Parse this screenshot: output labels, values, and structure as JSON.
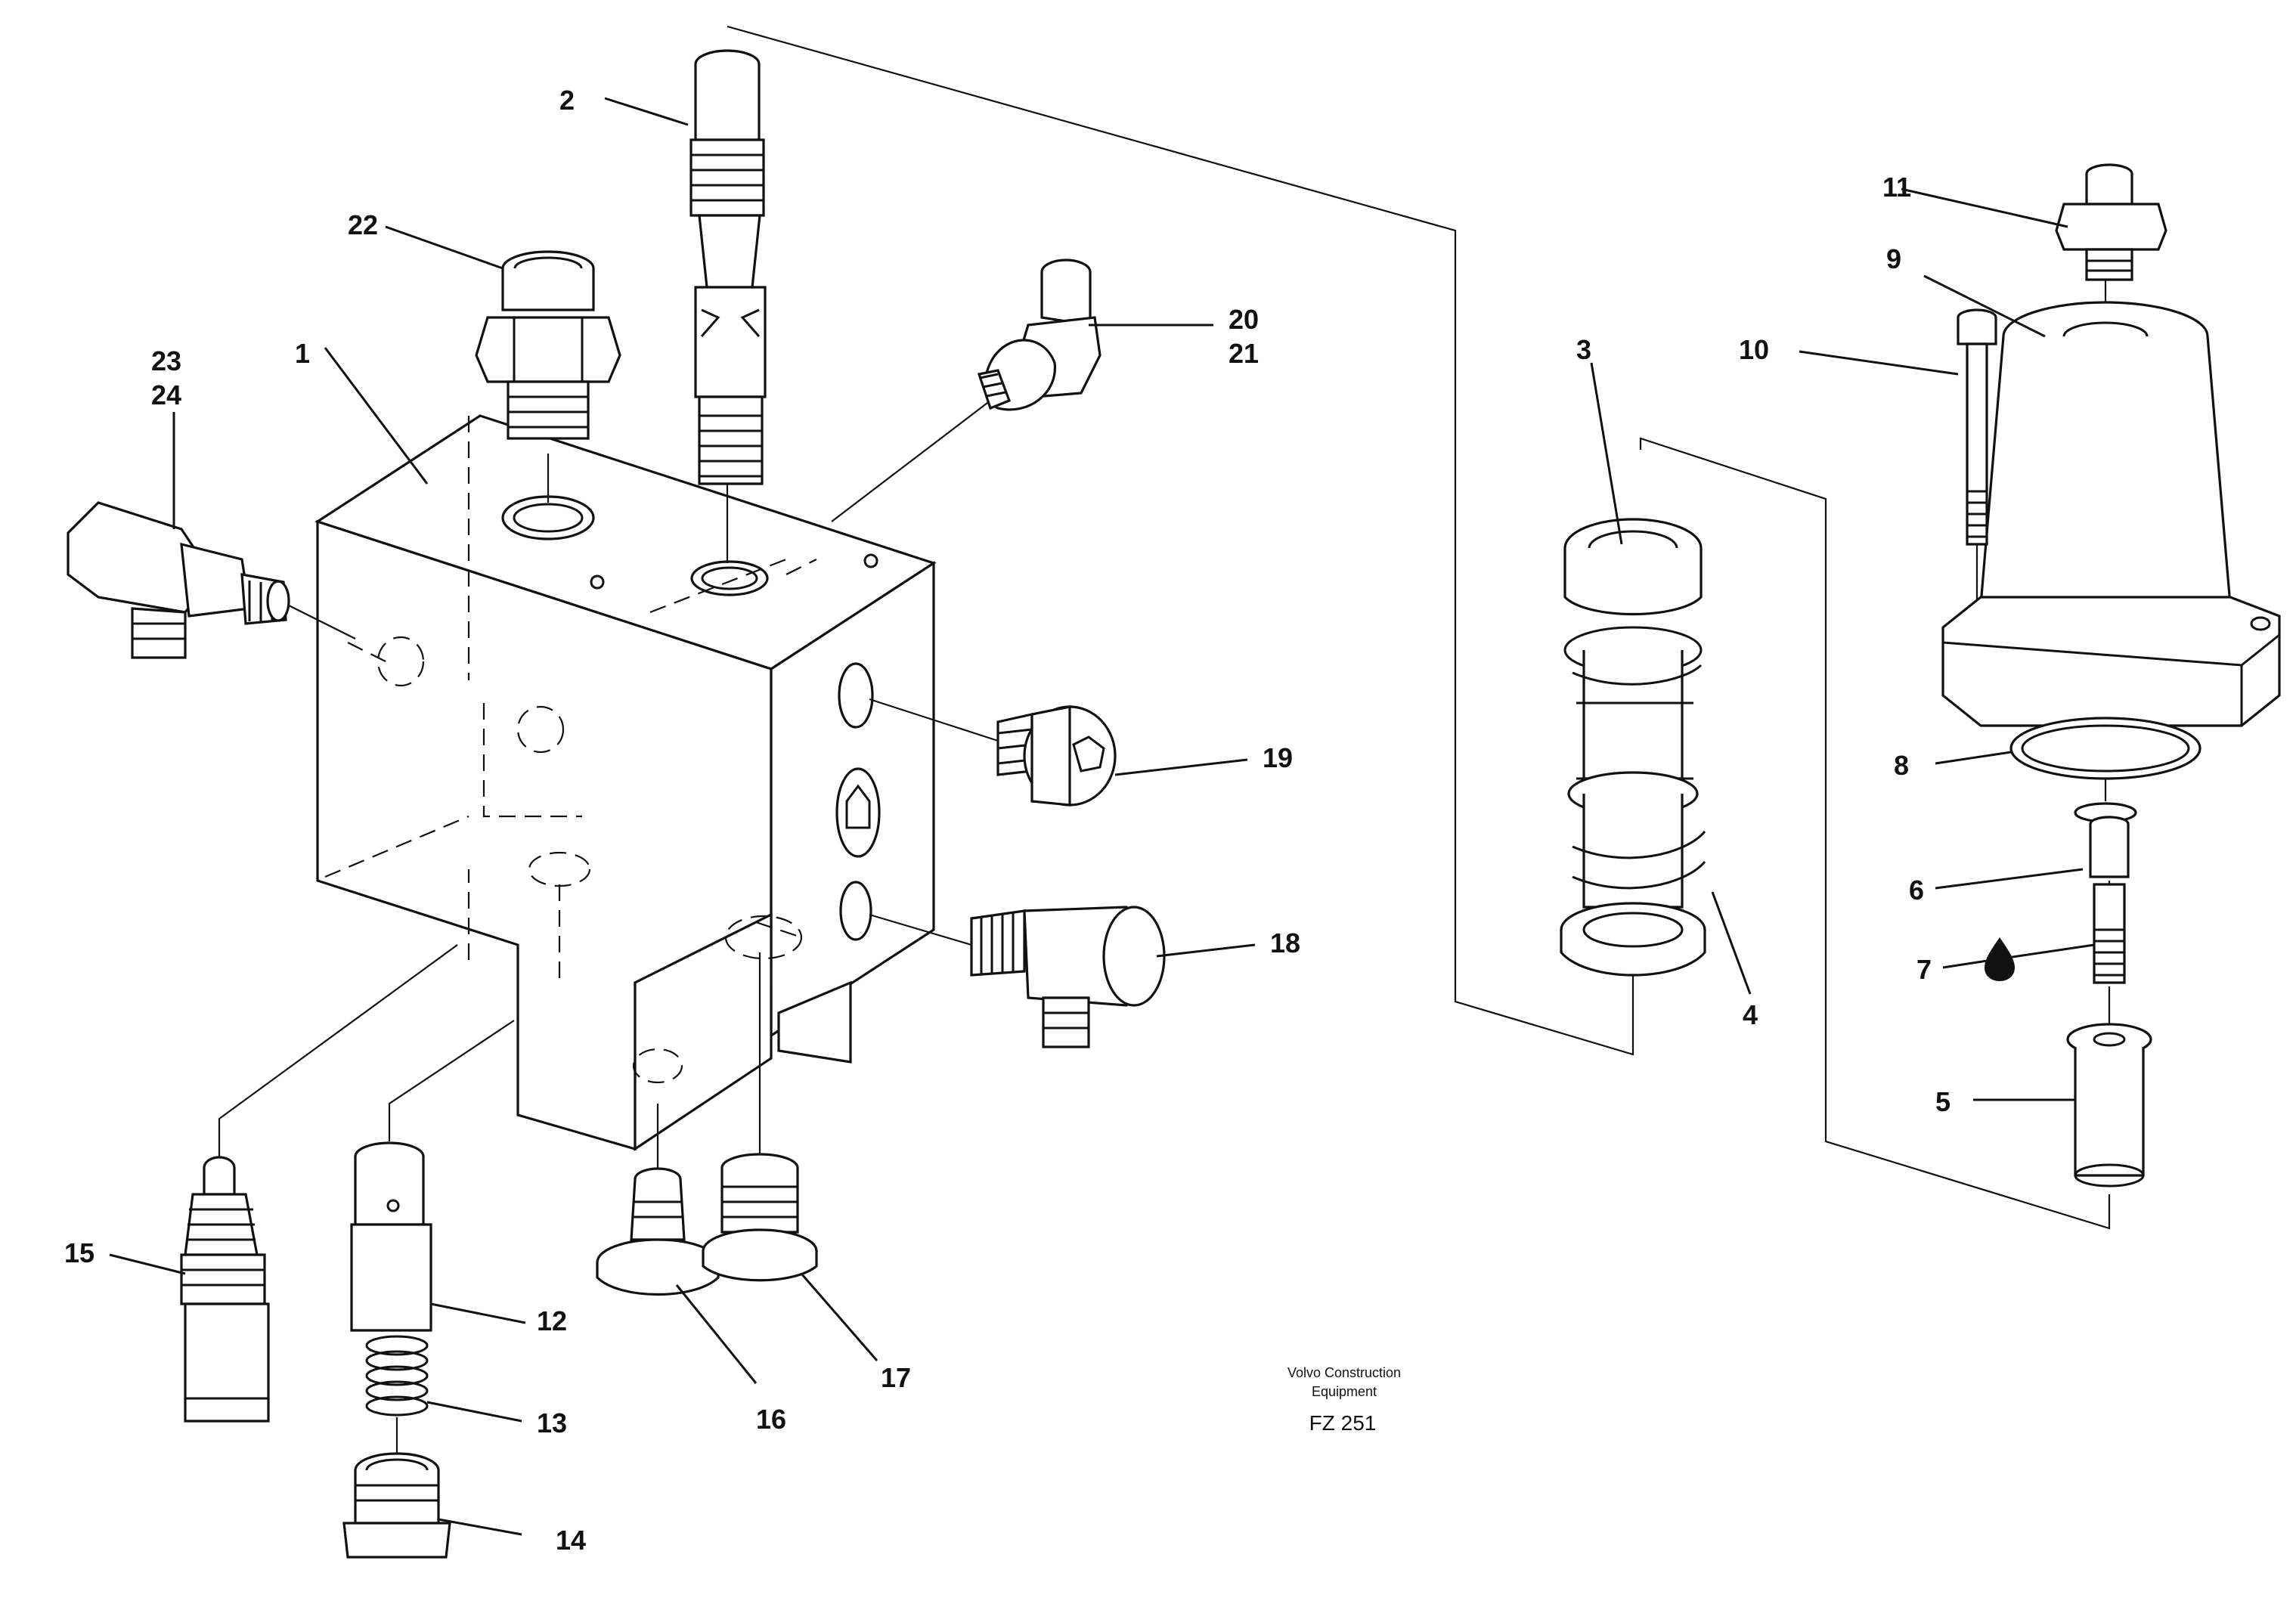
{
  "diagram": {
    "caption_line1": "Volvo Construction",
    "caption_line2": "Equipment",
    "code": "FZ 251",
    "callouts": [
      {
        "id": "c1",
        "text": "1"
      },
      {
        "id": "c2",
        "text": "2"
      },
      {
        "id": "c3",
        "text": "3"
      },
      {
        "id": "c4",
        "text": "4"
      },
      {
        "id": "c5",
        "text": "5"
      },
      {
        "id": "c6",
        "text": "6"
      },
      {
        "id": "c7",
        "text": "7"
      },
      {
        "id": "c8",
        "text": "8"
      },
      {
        "id": "c9",
        "text": "9"
      },
      {
        "id": "c10",
        "text": "10"
      },
      {
        "id": "c11",
        "text": "11"
      },
      {
        "id": "c12",
        "text": "12"
      },
      {
        "id": "c13",
        "text": "13"
      },
      {
        "id": "c14",
        "text": "14"
      },
      {
        "id": "c15",
        "text": "15"
      },
      {
        "id": "c16",
        "text": "16"
      },
      {
        "id": "c17",
        "text": "17"
      },
      {
        "id": "c18",
        "text": "18"
      },
      {
        "id": "c19",
        "text": "19"
      },
      {
        "id": "c20",
        "text": "20"
      },
      {
        "id": "c21",
        "text": "21"
      },
      {
        "id": "c22",
        "text": "22"
      },
      {
        "id": "c23",
        "text": "23"
      },
      {
        "id": "c24",
        "text": "24"
      }
    ]
  }
}
